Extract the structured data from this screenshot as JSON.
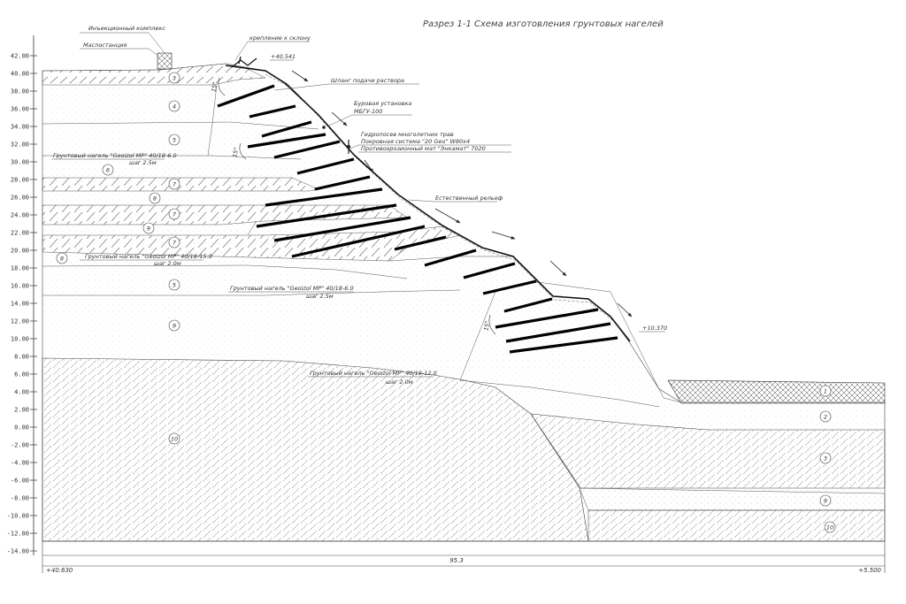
{
  "title": "Разрез 1-1 Схема изготовления грунтовых нагелей",
  "elevation_scale": [
    "42.00",
    "40.00",
    "38.00",
    "36.00",
    "34.00",
    "32.00",
    "30.00",
    "28.00",
    "26.00",
    "24.00",
    "22.00",
    "20.00",
    "18.00",
    "16.00",
    "14.00",
    "12.00",
    "10.00",
    "8.00",
    "6.00",
    "4.00",
    "2.00",
    "0.00",
    "-2.00",
    "-4.00",
    "-6.00",
    "-8.00",
    "-10.00",
    "-12.00",
    "-14.00"
  ],
  "callouts": {
    "injection_complex": "Инъекционный комплекс",
    "oil_station": "Маслостанция",
    "slope_anchor": "крепление к склону",
    "top_mark": "+40.541",
    "hose": "Шланг подачи раствора",
    "drill_rig": "Буровая установка",
    "drill_rig_model": "МБГУ-100",
    "hydroseed": "Гидропосев многолетних трав",
    "cover_system": "Покровная система \"20 Geo\" W80x4",
    "erosion_mat": "Противоэрозионный мат \"Энкамат\" 7020",
    "natural_relief": "Естественный рельеф",
    "bottom_mark": "+10.370",
    "angle_15": "15°"
  },
  "nails": [
    {
      "label": "Грунтовый нагель \"Geoizol MP\" 40/18-6.0",
      "step": "шаг 2.5м"
    },
    {
      "label": "Грунтовый нагель \"Geoizol MP\" 40/18-15.0",
      "step": "шаг 2.0м"
    },
    {
      "label": "Грунтовый нагель \"Geoizol MP\" 40/18-6.0",
      "step": "шаг 2.5м"
    },
    {
      "label": "Грунтовый нагель \"Geoizol MP\" 40/18-12.0",
      "step": "шаг 2.0м"
    }
  ],
  "layer_numbers": {
    "l3": "3",
    "l4": "4",
    "l5a": "5",
    "l6": "6",
    "l7a": "7",
    "l8a": "8",
    "l7b": "7",
    "l9a": "9",
    "l7c": "7",
    "l8b": "8",
    "l5b": "5",
    "l9b": "9",
    "l10a": "10",
    "r1": "1",
    "r2": "2",
    "r3": "3",
    "r9": "9",
    "r10": "10"
  },
  "dimension": {
    "length": "95.3",
    "left_mark": "+40.630",
    "right_mark": "+5.500"
  }
}
